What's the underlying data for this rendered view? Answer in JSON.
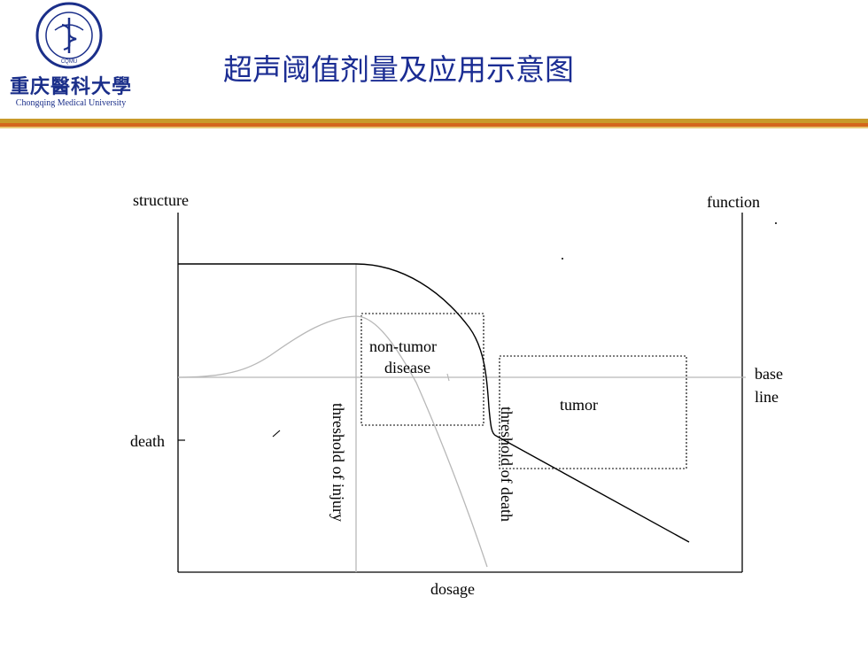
{
  "header": {
    "title": "超声阈值剂量及应用示意图",
    "logo_cn": "重庆醫科大學",
    "logo_en": "Chongqing Medical University",
    "logo_seal_text": "CQMU"
  },
  "diagram": {
    "left_axis_label": "structure",
    "right_axis_label": "function",
    "x_axis_label": "dosage",
    "baseline_label_line1": "base",
    "baseline_label_line2": "line",
    "death_label": "death",
    "threshold_injury_label": "threshold of injury",
    "threshold_death_label": "threshold of death",
    "box_nontumor_line1": "non-tumor",
    "box_nontumor_line2": "disease",
    "box_tumor_label": "tumor"
  },
  "colors": {
    "title": "#1b2d93",
    "logo": "#1b2f8a",
    "rule_gold": "#c89a2a",
    "rule_orange": "#d4661c",
    "structure_curve": "#000000",
    "function_curve": "#b8b8b8"
  }
}
